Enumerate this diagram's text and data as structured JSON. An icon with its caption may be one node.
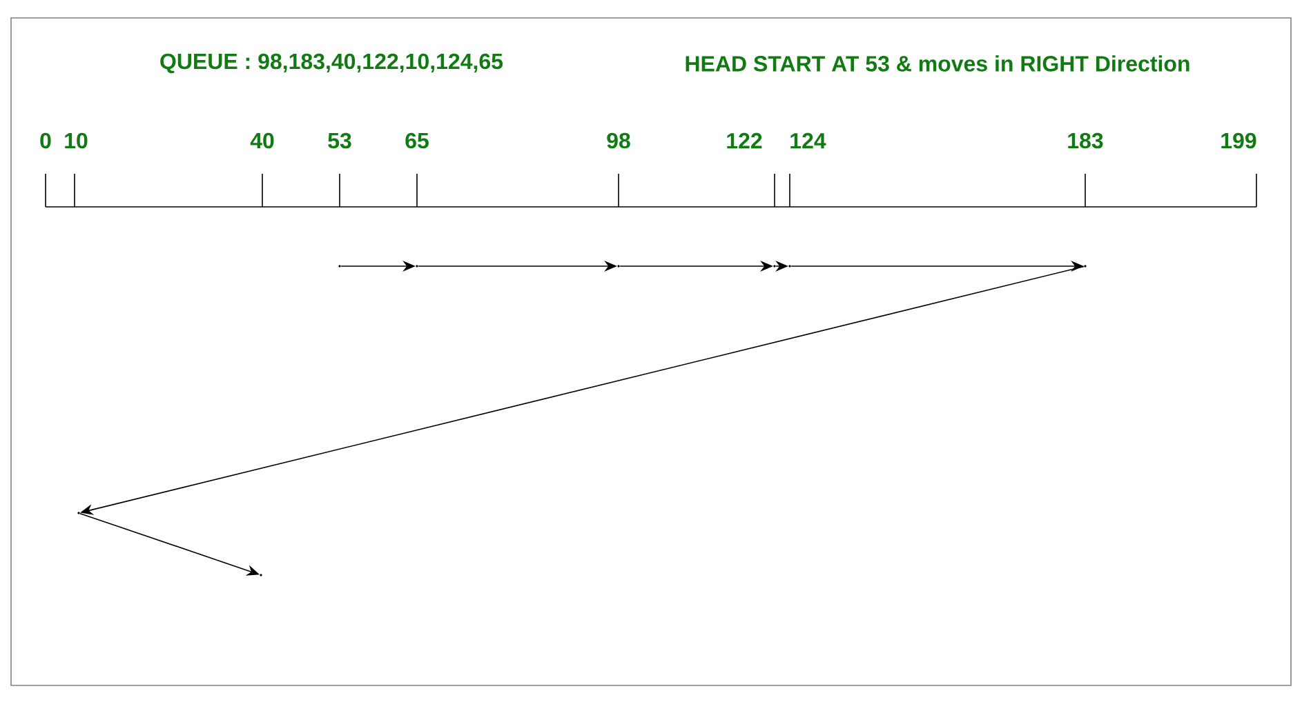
{
  "diagram": {
    "nodes": [
      {
        "text": [],
        "shape": "point"
      },
      {
        "text": [],
        "shape": "point"
      },
      {
        "text": [],
        "shape": "point"
      },
      {
        "text": [],
        "shape": "point"
      },
      {
        "text": [],
        "shape": "point"
      },
      {
        "text": [],
        "shape": "point"
      },
      {
        "text": [],
        "shape": "point"
      },
      {
        "text": [],
        "shape": "point"
      }
    ],
    "edges": [
      {
        "from": 0,
        "to": 1,
        "arrow": "to"
      },
      {
        "from": 1,
        "to": 2,
        "arrow": "to"
      },
      {
        "from": 2,
        "to": 3,
        "arrow": "to"
      },
      {
        "from": 3,
        "to": 4,
        "arrow": "to"
      },
      {
        "from": 4,
        "to": 5,
        "arrow": "to"
      },
      {
        "from": 5,
        "to": 6,
        "arrow": "to"
      },
      {
        "from": 6,
        "to": 7,
        "arrow": "to"
      }
    ],
    "labels": [
      "QUEUE : 98,183,40,122,10,124,65",
      "HEAD START AT 53 & moves in RIGHT Direction",
      "0",
      "10",
      "40",
      "53",
      "65",
      "98",
      "122",
      "124",
      "183",
      "199"
    ]
  }
}
